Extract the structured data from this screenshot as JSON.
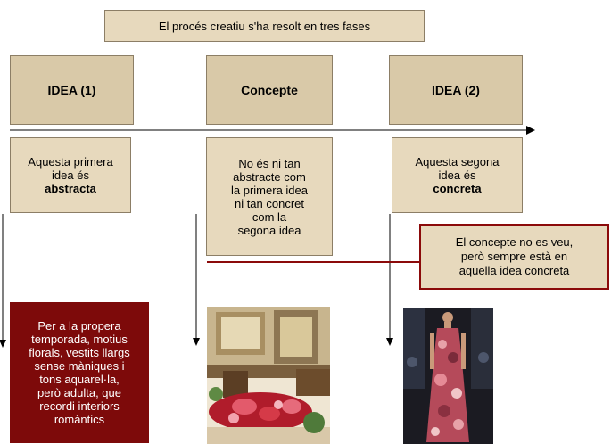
{
  "title": "El procés creatiu s'ha resolt en tres fases",
  "phases": [
    {
      "label": "IDEA (1)"
    },
    {
      "label": "Concepte"
    },
    {
      "label": "IDEA (2)"
    }
  ],
  "descriptions": {
    "idea1": {
      "line1": "Aquesta primera",
      "line2": "idea és",
      "bold": "abstracta"
    },
    "concept": {
      "lines": [
        "No és ni tan",
        "abstracte com",
        "la primera idea",
        "ni tan concret",
        "com la",
        "segona idea"
      ]
    },
    "idea2": {
      "line1": "Aquesta segona",
      "line2": "idea és",
      "bold": "concreta"
    }
  },
  "note": {
    "lines": [
      "El concepte no es  veu,",
      "però sempre està en",
      "aquella idea concreta"
    ]
  },
  "inspiration": {
    "lines": [
      "Per a la propera",
      "temporada, motius",
      "florals, vestits llargs",
      "sense màniques i",
      "tons aquarel·la,",
      "però adulta, que",
      "recordi interiors",
      "romàntics"
    ]
  },
  "colors": {
    "box_fill": "#e7d9bd",
    "box_fill_dark": "#d9c9a8",
    "accent_red": "#8b0a0a"
  }
}
